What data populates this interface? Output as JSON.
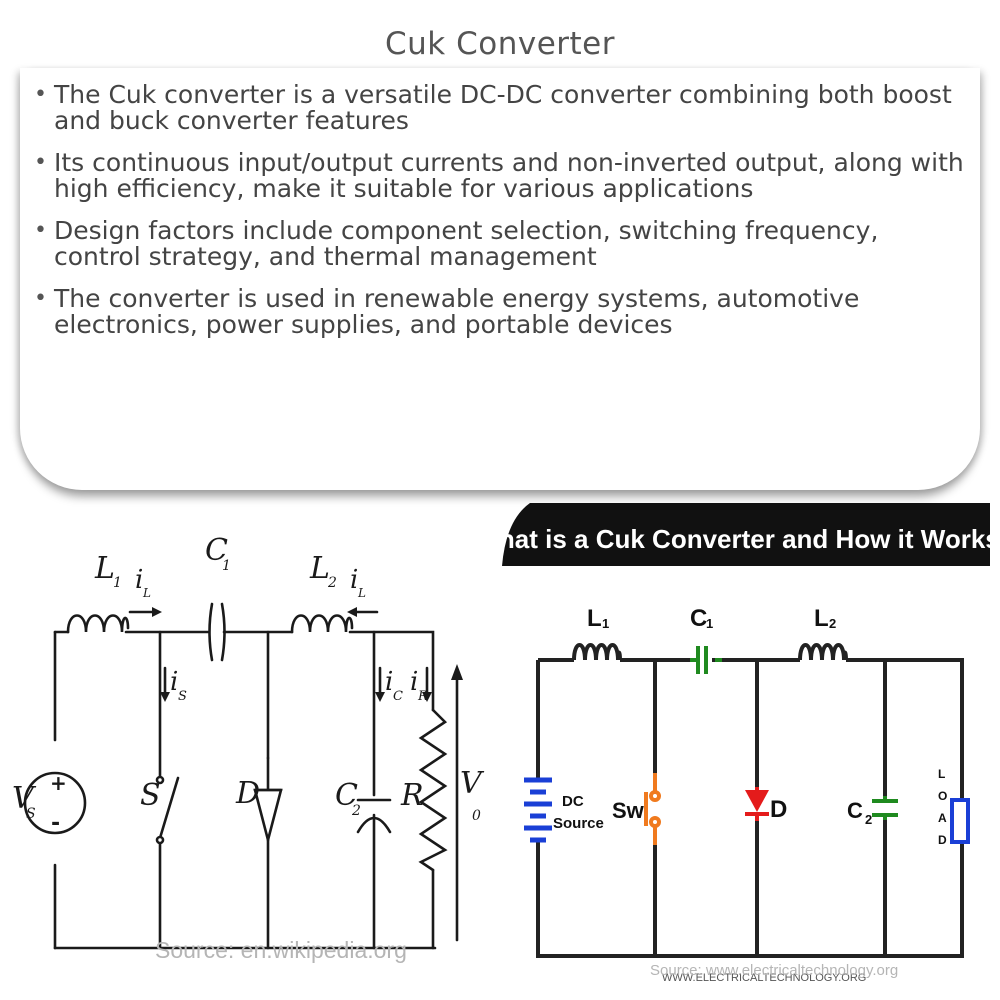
{
  "page": {
    "title": "Cuk Converter",
    "bullets": [
      "The Cuk converter is a versatile DC-DC converter combining both boost and buck converter features",
      "Its continuous input/output currents and non-inverted output, along with high efficiency, make it suitable for various applications",
      "Design factors include component selection, switching frequency, control strategy, and thermal management",
      "The converter is used in renewable energy systems, automotive electronics, power supplies, and portable devices"
    ]
  },
  "left_diagram": {
    "labels": {
      "L1": "L",
      "L1_sub": "1",
      "iL1": "i",
      "iL1_sub": "L",
      "C1": "C",
      "C1_sub": "1",
      "L2": "L",
      "L2_sub": "2",
      "iL2": "i",
      "iL2_sub": "L",
      "is": "i",
      "is_sub": "S",
      "ic": "i",
      "ic_sub": "C",
      "iR": "i",
      "iR_sub": "R",
      "Vs": "V",
      "Vs_sub": "S",
      "S": "S",
      "D": "D",
      "C2": "C",
      "C2_sub": "2",
      "R": "R",
      "Vo": "V",
      "Vo_sub": "0",
      "plus": "+",
      "minus": "-"
    },
    "source": "Source: en.wikipedia.org",
    "colors": {
      "line": "#1a1a1a"
    }
  },
  "right_diagram": {
    "banner": "What is a Cuk Converter and How it Works?",
    "labels": {
      "L1": "L",
      "L1_sub": "1",
      "C1": "C",
      "C1_sub": "1",
      "L2": "L",
      "L2_sub": "2",
      "dc": "DC",
      "source": "Source",
      "sw": "Sw",
      "D": "D",
      "C2": "C",
      "C2_sub": "2",
      "load": [
        "L",
        "O",
        "A",
        "D"
      ]
    },
    "watermark": "WWW.ELECTRICALTECHNOLOGY.ORG",
    "source": "Source: www.electricaltechnology.org",
    "colors": {
      "battery": "#1a3fd6",
      "switch": "#f07a1e",
      "capacitor": "#1f8a1f",
      "diode": "#e41b1b",
      "load": "#1a3fd6",
      "banner": "#111111"
    }
  }
}
